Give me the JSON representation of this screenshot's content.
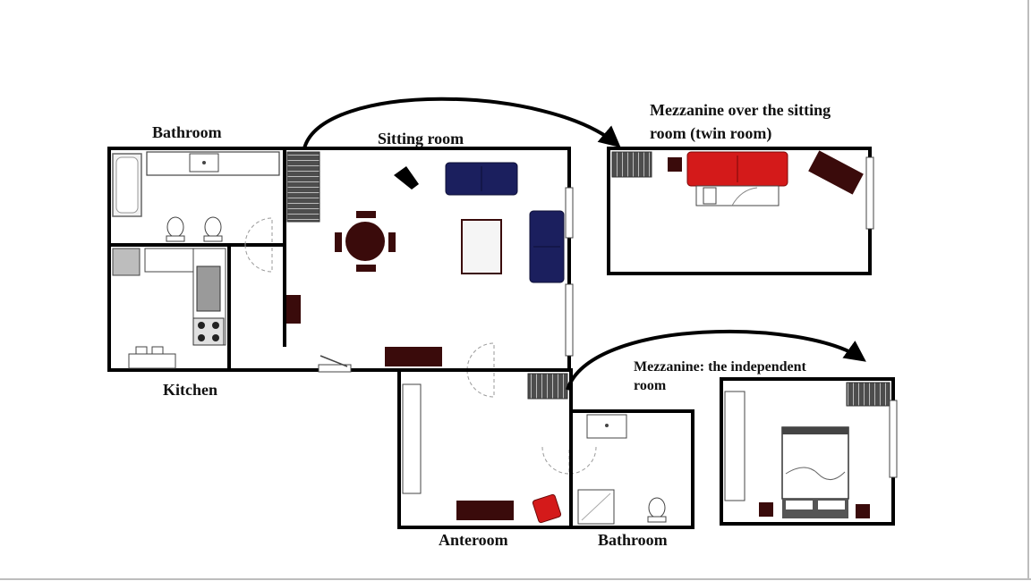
{
  "labels": {
    "bathroom_top": "Bathroom",
    "sitting_room": "Sitting room",
    "mezzanine_twin_line1": "Mezzanine over the sitting",
    "mezzanine_twin_line2": "room (twin room)",
    "kitchen": "Kitchen",
    "mezzanine_independent_line1": "Mezzanine: the independent",
    "mezzanine_independent_line2": "room",
    "anteroom": "Anteroom",
    "bathroom_bottom": "Bathroom"
  },
  "colors": {
    "wall": "#000000",
    "dark_wood": "#3a0b0b",
    "navy_sofa": "#1b1f5e",
    "red_sofa": "#d41a1a",
    "stairs": "#5a5a5a",
    "frame_border": "#bdbdbd"
  }
}
